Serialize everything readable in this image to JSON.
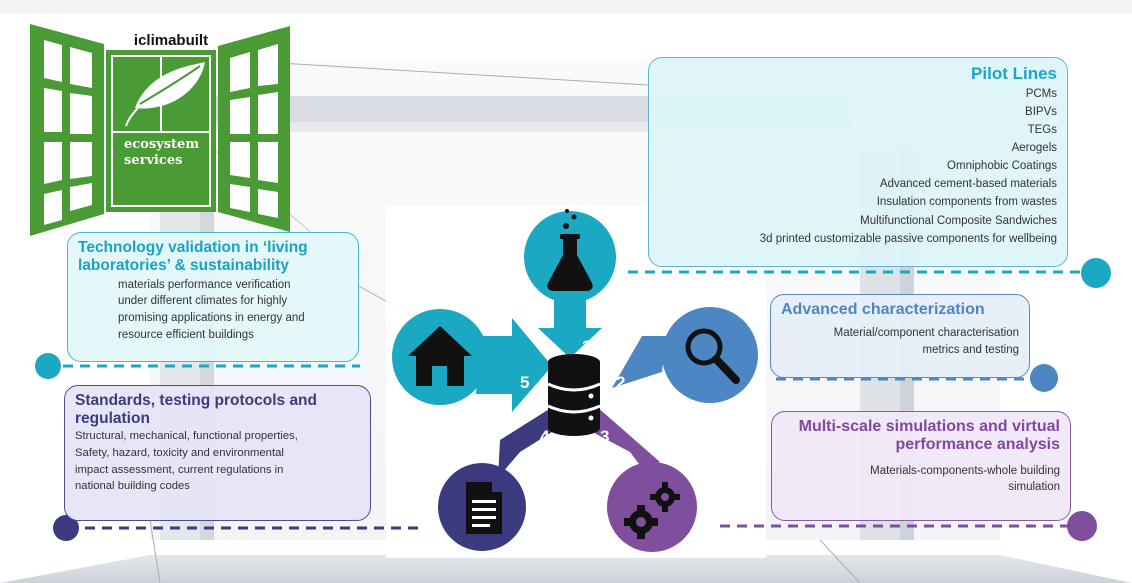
{
  "branding": {
    "title": "iclimabuilt",
    "service_line1": "ecosystem",
    "service_line2": "services",
    "window_color": "#4a9a35"
  },
  "colors": {
    "teal": "#1aa8c2",
    "blue": "#4c86c3",
    "purple": "#7f4e9d",
    "navy": "#3d3b80"
  },
  "hub": {
    "icon": "database-icon",
    "spokes": [
      {
        "number": "1",
        "icon": "flask-icon"
      },
      {
        "number": "2",
        "icon": "magnifier-icon"
      },
      {
        "number": "3",
        "icon": "gears-icon"
      },
      {
        "number": "4",
        "icon": "document-icon"
      },
      {
        "number": "5",
        "icon": "house-icon"
      }
    ]
  },
  "pilot_lines": {
    "title": "Pilot Lines",
    "items": [
      "PCMs",
      "BIPVs",
      "TEGs",
      "Aerogels",
      "Omniphobic Coatings",
      "Advanced cement-based materials",
      "Insulation components from wastes",
      "Multifunctional Composite Sandwiches",
      "3d printed customizable passive components for wellbeing"
    ]
  },
  "tech_validation": {
    "title_line1": "Technology validation in ‘living",
    "title_line2": "laboratories’ & sustainability",
    "lines": [
      "materials performance verification",
      "under different climates for highly",
      "promising applications in energy and",
      "resource efficient buildings"
    ]
  },
  "advanced_char": {
    "title": "Advanced characterization",
    "lines": [
      "Material/component characterisation",
      "metrics and testing"
    ]
  },
  "standards": {
    "title_line1": "Standards, testing protocols and",
    "title_line2": "regulation",
    "lines": [
      "Structural, mechanical, functional properties,",
      "Safety, hazard, toxicity and environmental",
      "impact assessment, current regulations in",
      "national building codes"
    ]
  },
  "multiscale": {
    "title_line1": "Multi-scale simulations and virtual",
    "title_line2": "performance analysis",
    "lines": [
      "Materials-components-whole building",
      "simulation"
    ]
  }
}
